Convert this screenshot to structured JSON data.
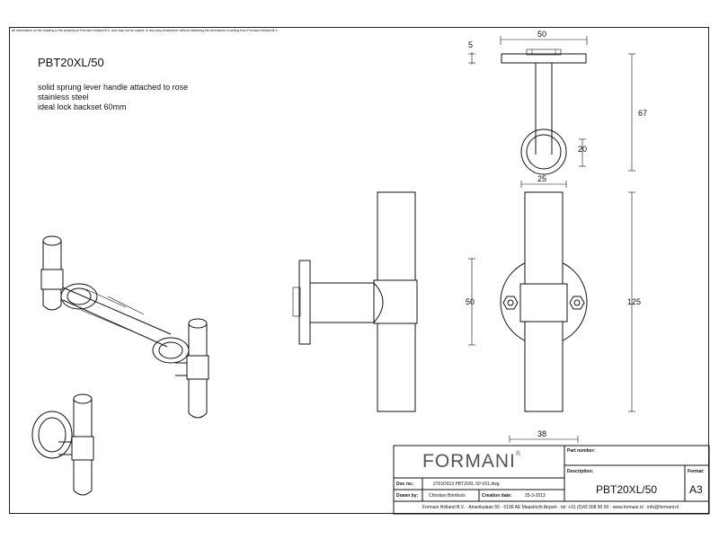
{
  "notice": "All information on the drawing is the property of Formani Holland B.V. and may not be copied, in any way whatsoever without obtaining the permission in writing from Formani Holland B.V.",
  "product": {
    "code": "PBT20XL/50",
    "description": [
      "solid sprung lever handle attached to rose",
      "stainless steel",
      "ideal lock backset 60mm"
    ]
  },
  "dimensions": {
    "top_width": "50",
    "top_thickness": "5",
    "top_height": "67",
    "bar_diameter": "20",
    "bar_width": "25",
    "rose_diameter": "50",
    "handle_length": "125",
    "grip_width": "38"
  },
  "title_block": {
    "brand": "FORMANI",
    "brand_mark": "®",
    "part_number_label": "Part number:",
    "part_number_value": "",
    "description_label": "Description:",
    "description_value": "PBT20XL/50",
    "format_label": "Format:",
    "format_value": "A3",
    "doc_label": "Doc no.:",
    "doc_value": "2701D013 PBT20XL 50 V01.dwg",
    "drawn_label": "Drawn by:",
    "drawn_value": "Christian Brimbois",
    "created_label": "Creation date:",
    "created_value": "25-3-2013",
    "footer": "Formani Holland B.V. · Amerikalaan 55 · 6199 AE Maastricht Airport · tel: +31 (0)43 308 90 00 · www.formani.nl · info@formani.nl"
  }
}
